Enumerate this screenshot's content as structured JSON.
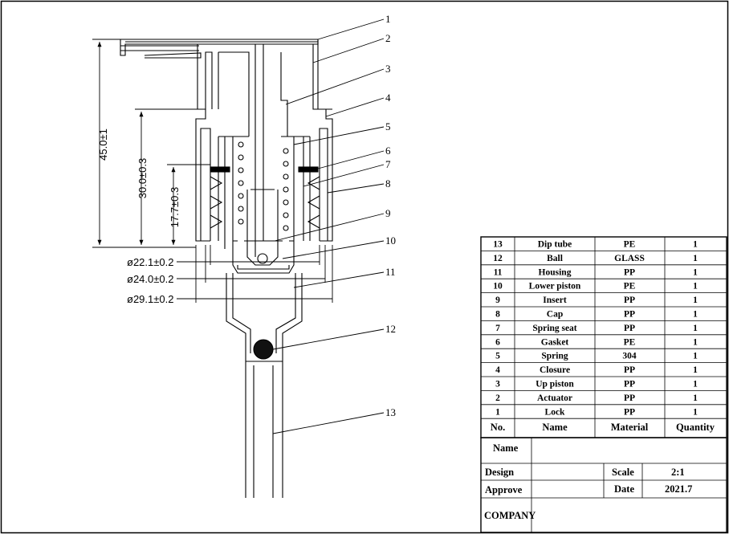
{
  "dimensions": {
    "height_total": "45.0±1",
    "height_30": "30.0±0.3",
    "height_17": "17.7±0.3",
    "dia_22": "ø22.1±0.2",
    "dia_24": "ø24.0±0.2",
    "dia_29": "ø29.1±0.2"
  },
  "callouts": [
    "1",
    "2",
    "3",
    "4",
    "5",
    "6",
    "7",
    "8",
    "9",
    "10",
    "11",
    "12",
    "13"
  ],
  "parts": [
    {
      "no": "13",
      "name": "Dip tube",
      "material": "PE",
      "qty": "1"
    },
    {
      "no": "12",
      "name": "Ball",
      "material": "GLASS",
      "qty": "1"
    },
    {
      "no": "11",
      "name": "Housing",
      "material": "PP",
      "qty": "1"
    },
    {
      "no": "10",
      "name": "Lower piston",
      "material": "PE",
      "qty": "1"
    },
    {
      "no": "9",
      "name": "Insert",
      "material": "PP",
      "qty": "1"
    },
    {
      "no": "8",
      "name": "Cap",
      "material": "PP",
      "qty": "1"
    },
    {
      "no": "7",
      "name": "Spring seat",
      "material": "PP",
      "qty": "1"
    },
    {
      "no": "6",
      "name": "Gasket",
      "material": "PE",
      "qty": "1"
    },
    {
      "no": "5",
      "name": "Spring",
      "material": "304",
      "qty": "1"
    },
    {
      "no": "4",
      "name": "Closure",
      "material": "PP",
      "qty": "1"
    },
    {
      "no": "3",
      "name": "Up piston",
      "material": "PP",
      "qty": "1"
    },
    {
      "no": "2",
      "name": "Actuator",
      "material": "PP",
      "qty": "1"
    },
    {
      "no": "1",
      "name": "Lock",
      "material": "PP",
      "qty": "1"
    }
  ],
  "table_header": {
    "no": "No.",
    "name": "Name",
    "material": "Material",
    "quantity": "Quantity"
  },
  "title_block": {
    "name_label": "Name",
    "design_label": "Design",
    "scale_label": "Scale",
    "scale_value": "2:1",
    "approve_label": "Approve",
    "date_label": "Date",
    "date_value": "2021.7",
    "company_label": "COMPANY"
  }
}
